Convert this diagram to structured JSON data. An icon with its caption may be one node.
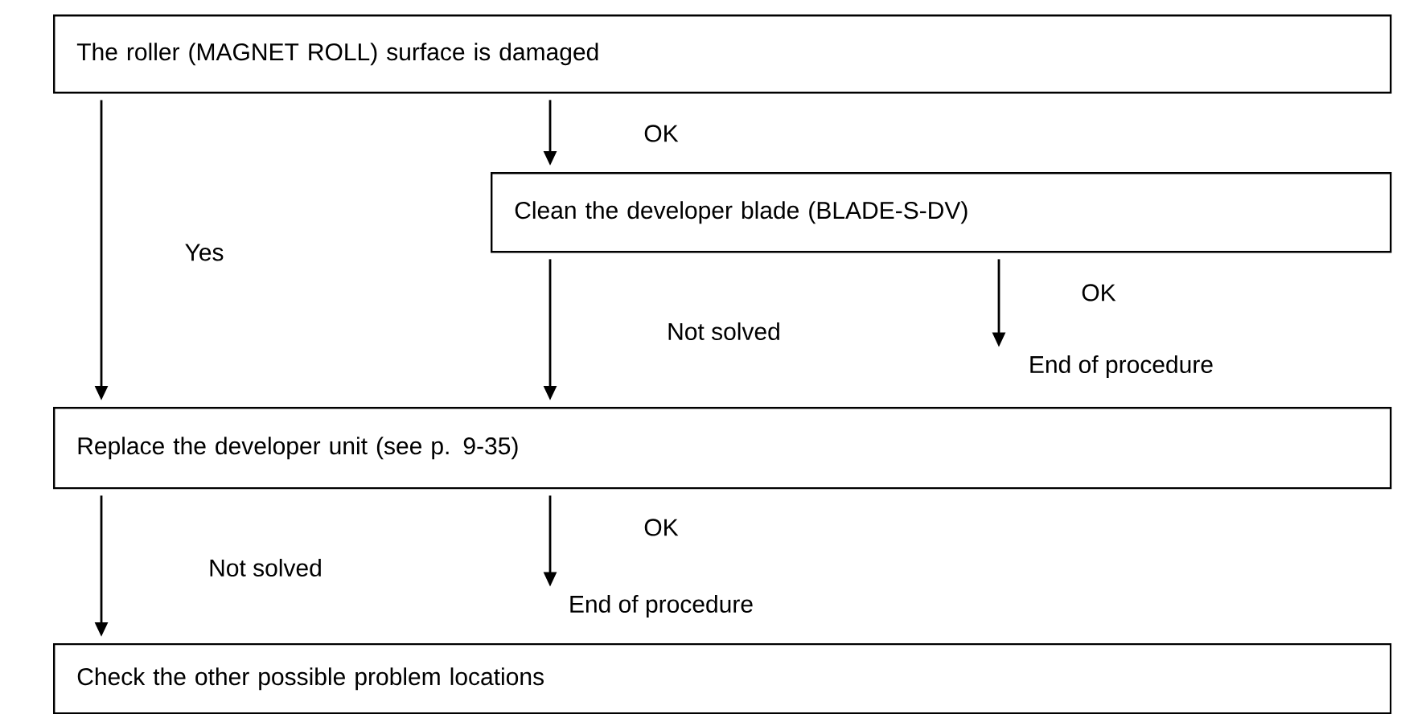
{
  "diagram": {
    "nodes": [
      {
        "text": [
          "The roller (MAGNET ROLL) surface is damaged"
        ]
      },
      {
        "text": [
          "Clean the developer blade (BLADE-S-DV)"
        ]
      },
      {
        "text": [
          "End of procedure"
        ]
      },
      {
        "text": [
          "Replace the developer unit (see p. 9-35)"
        ]
      },
      {
        "text": [
          "End of procedure"
        ]
      },
      {
        "text": [
          "Check the other possible problem locations"
        ]
      }
    ],
    "edges": [
      {
        "from": 0,
        "to": 3,
        "arrow": "to",
        "label": "Yes"
      },
      {
        "from": 0,
        "to": 1,
        "arrow": "to",
        "label": "OK"
      },
      {
        "from": 1,
        "to": 2,
        "arrow": "to",
        "label": "OK"
      },
      {
        "from": 1,
        "to": 3,
        "arrow": "to",
        "label": "Not solved"
      },
      {
        "from": 3,
        "to": 4,
        "arrow": "to",
        "label": "OK"
      },
      {
        "from": 3,
        "to": 5,
        "arrow": "to",
        "label": "Not solved"
      }
    ]
  }
}
